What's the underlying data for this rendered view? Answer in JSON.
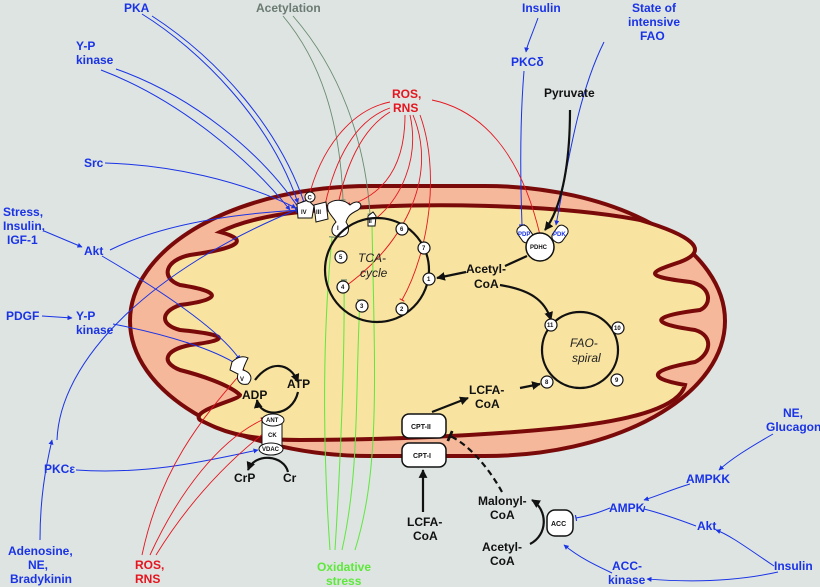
{
  "colors": {
    "background": "#dde4e2",
    "outer_membrane_fill": "#f5b89a",
    "membrane_line": "#7a0a0a",
    "matrix_fill": "#f8e3a0",
    "regulator_blue": "#1a33e6",
    "ros_red": "#e6141e",
    "acetylation_gray": "#6b7a72",
    "oxidative_green": "#5ee83c"
  },
  "top_labels": {
    "pka": "PKA",
    "acetylation": "Acetylation",
    "insulin_top": "Insulin",
    "state_fao": [
      "State of",
      "intensive",
      "FAO"
    ],
    "yp_kinase_top": [
      "Y-P",
      "kinase"
    ],
    "pkc_delta": "PKCδ",
    "ros_rns_top": [
      "ROS,",
      "RNS"
    ],
    "pyruvate": "Pyruvate",
    "src": "Src"
  },
  "left_labels": {
    "stress": [
      "Stress,",
      "Insulin,",
      "IGF-1"
    ],
    "akt_left": "Akt",
    "pdgf": "PDGF",
    "yp_kinase_left": [
      "Y-P",
      "kinase"
    ],
    "pkc_epsilon": "PKCε",
    "adenosine": [
      "Adenosine,",
      "NE,",
      "Bradykinin"
    ]
  },
  "bottom_labels": {
    "ros_rns_bottom": [
      "ROS,",
      "RNS"
    ],
    "oxidative": [
      "Oxidative",
      "stress"
    ],
    "lcfa_coa_cyto": [
      "LCFA-",
      "CoA"
    ],
    "malonyl_coa": [
      "Malonyl-",
      "CoA"
    ],
    "acetyl_coa_cyto": [
      "Acetyl-",
      "CoA"
    ],
    "acc": "ACC",
    "crp": "CrP",
    "cr": "Cr"
  },
  "right_labels": {
    "ne_glucagon": [
      "NE,",
      "Glucagon"
    ],
    "ampkk": "AMPKK",
    "ampk": "AMPK",
    "akt_right": "Akt",
    "insulin_right": "Insulin",
    "acc_kinase": [
      "ACC-",
      "kinase"
    ]
  },
  "complexes": {
    "c1": "I",
    "c2": "II",
    "c3": "III",
    "c4": "IV",
    "c5": "V",
    "cytc": "C",
    "pdhc": "PDHC",
    "pdp": "PDP",
    "pdk": "PDK",
    "ant": "ANT",
    "ck": "CK",
    "vdac": "VDAC",
    "cpt1": "CPT-I",
    "cpt2": "CPT-II"
  },
  "matrix": {
    "tca": [
      "TCA-",
      "cycle"
    ],
    "fao": [
      "FAO-",
      "spiral"
    ],
    "acetyl_coa": [
      "Acetyl-",
      "CoA"
    ],
    "lcfa_coa": [
      "LCFA-",
      "CoA"
    ],
    "atp": "ATP",
    "adp": "ADP",
    "tca_steps": [
      "1",
      "2",
      "3",
      "4",
      "5",
      "6",
      "7"
    ],
    "fao_steps": [
      "8",
      "9",
      "10",
      "11"
    ]
  }
}
